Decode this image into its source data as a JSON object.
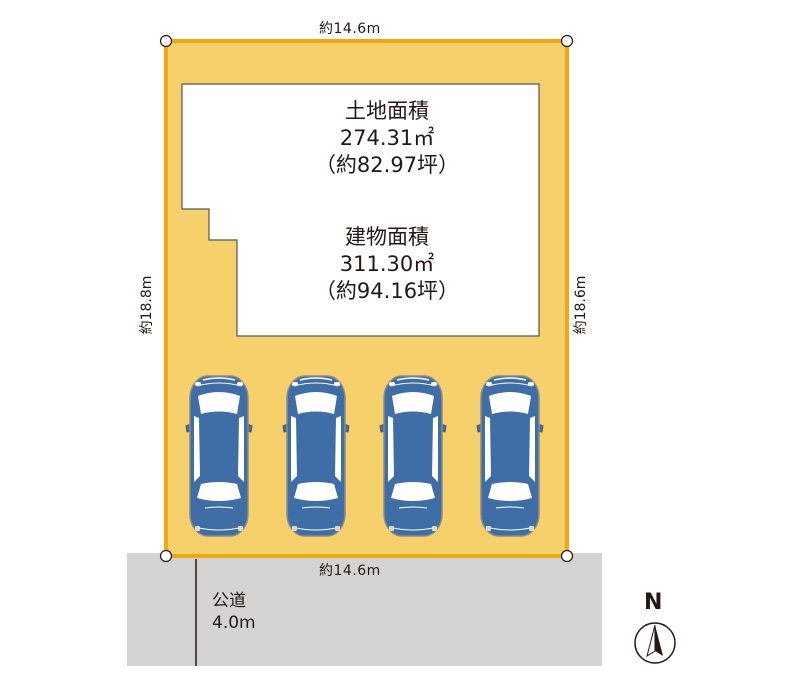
{
  "dimensions": {
    "top": "約14.6m",
    "bottom": "約14.6m",
    "left": "約18.8m",
    "right": "約18.6m"
  },
  "land": {
    "label": "土地面積",
    "sqm": "274.31㎡",
    "tsubo": "（約82.97坪）"
  },
  "building": {
    "label": "建物面積",
    "sqm": "311.30㎡",
    "tsubo": "（約94.16坪）"
  },
  "road": {
    "label": "公道",
    "width": "4.0m"
  },
  "compass": {
    "label": "N"
  },
  "parking": {
    "car_count": 4
  },
  "colors": {
    "lot_fill": "#f6d06b",
    "lot_border": "#f0a811",
    "road_fill": "#d3d3d3",
    "car_body": "#3f6ea6"
  }
}
